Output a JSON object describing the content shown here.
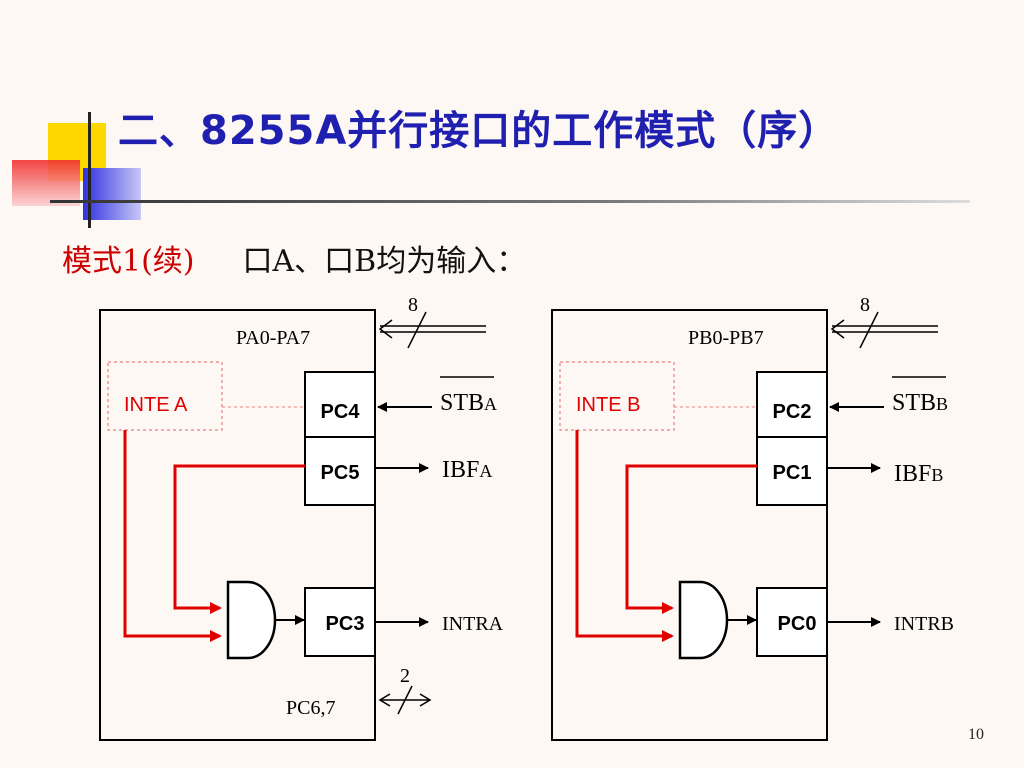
{
  "title": "二、8255A并行接口的工作模式（序）",
  "subtitle": {
    "mode": "模式1(续)",
    "desc": "口A、口B均为输入："
  },
  "page_number": "10",
  "colors": {
    "title": "#2020b0",
    "mode": "#cc0000",
    "red_line": "#e00000",
    "dashed": "#e88080"
  },
  "portA": {
    "bus_width": "8",
    "bus_label": "PA0-PA7",
    "inte": "INTE A",
    "pins": [
      "PC4",
      "PC5",
      "PC3"
    ],
    "stb_main": "STB",
    "stb_sub": "A",
    "ibf_main": "IBF",
    "ibf_sub": "A",
    "intr": "INTRA",
    "extra_width": "2",
    "extra_label": "PC6,7"
  },
  "portB": {
    "bus_width": "8",
    "bus_label": "PB0-PB7",
    "inte": "INTE B",
    "pins": [
      "PC2",
      "PC1",
      "PC0"
    ],
    "stb_main": "STB",
    "stb_sub": "B",
    "ibf_main": "IBF",
    "ibf_sub": "B",
    "intr": "INTRB"
  }
}
